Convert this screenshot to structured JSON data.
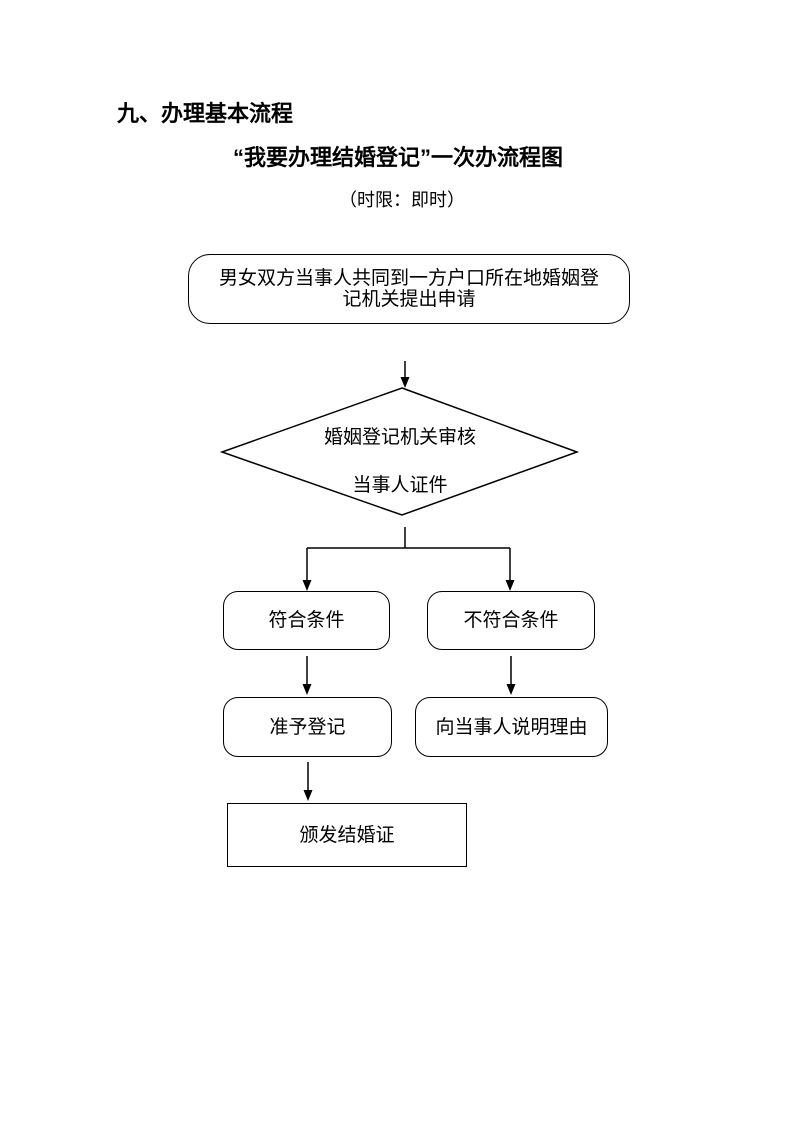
{
  "page": {
    "heading": "九、办理基本流程",
    "title": "“我要办理结婚登记”一次办流程图",
    "time_limit": "（时限：即时）"
  },
  "flowchart": {
    "nodes": {
      "apply": {
        "text": "男女双方当事人共同到一方户口所在地婚姻登记机关提出申请"
      },
      "review": {
        "line1": "婚姻登记机关审核",
        "line2": "当事人证件"
      },
      "qualified": {
        "text": "符合条件"
      },
      "unqualified": {
        "text": "不符合条件"
      },
      "approve": {
        "text": "准予登记"
      },
      "explain": {
        "text": "向当事人说明理由"
      },
      "issue": {
        "text": "颁发结婚证"
      }
    },
    "colors": {
      "line": "#000000",
      "text": "#000000",
      "page_background": "#ffffff"
    }
  }
}
